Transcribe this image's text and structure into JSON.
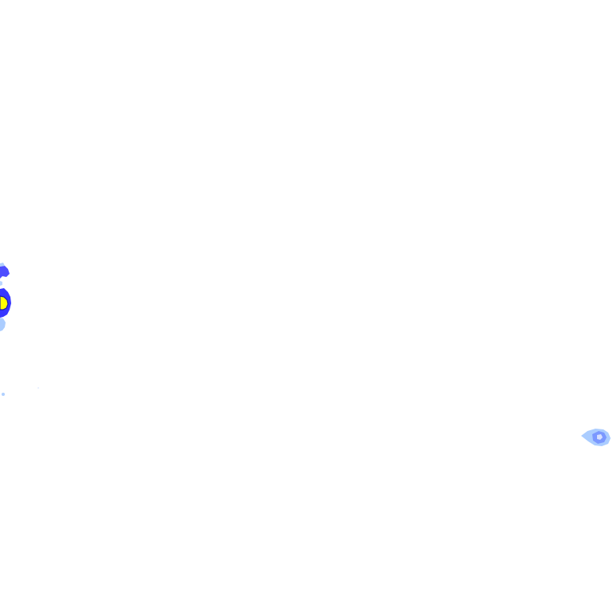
{
  "map": {
    "background_color": "#ffffff",
    "palette": {
      "light_blue": "#9cc4ff",
      "medium_blue": "#6b86ff",
      "dark_blue": "#2b2bff",
      "yellow": "#ffff00",
      "outline_dark": "#1a1aa8"
    },
    "features": [
      {
        "id": "cluster-left",
        "kind": "precipitation-cluster",
        "colors": [
          "dark_blue",
          "yellow",
          "light_blue"
        ]
      },
      {
        "id": "speck-left-low",
        "kind": "precipitation-speck",
        "colors": [
          "light_blue"
        ]
      },
      {
        "id": "blob-right",
        "kind": "precipitation-blob",
        "colors": [
          "light_blue",
          "medium_blue"
        ]
      }
    ]
  }
}
